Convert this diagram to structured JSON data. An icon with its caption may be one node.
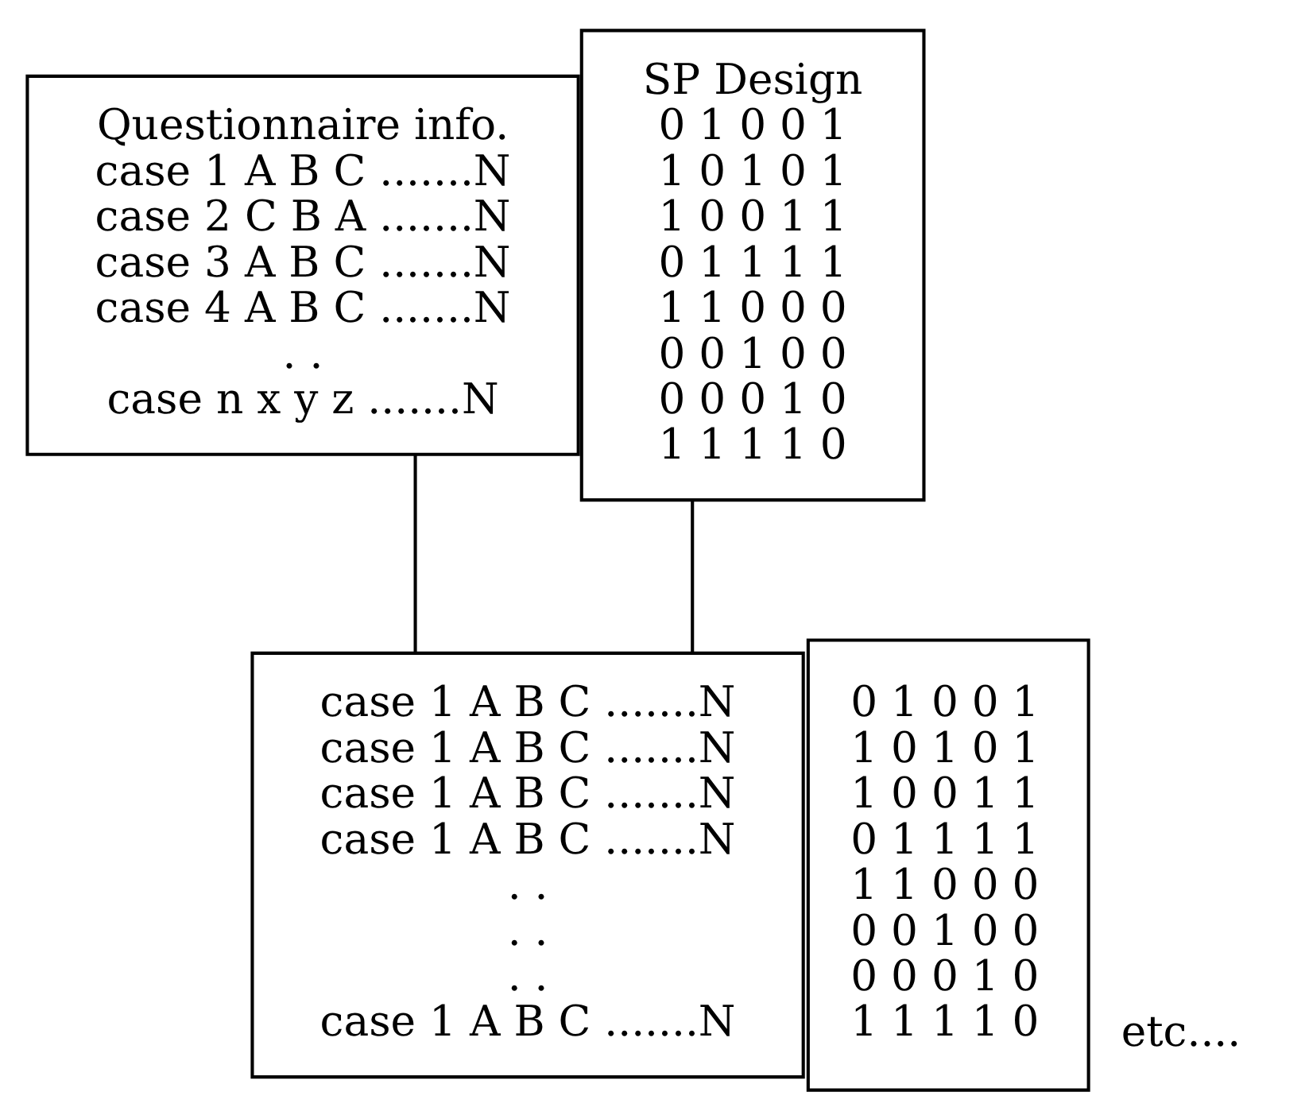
{
  "diagram": {
    "nodes": [
      {
        "text": [
          "Questionnaire info.",
          "case 1 A B C .......N",
          "case 2 C B A .......N",
          "case 3 A B C .......N",
          "case 4 A B C .......N",
          ". .",
          "case n x y z .......N"
        ]
      },
      {
        "text": [
          "SP Design",
          "0 1 0 0 1",
          "1 0 1 0 1",
          "1 0 0 1 1",
          "0 1 1 1 1",
          "1 1 0 0 0",
          "0 0 1 0 0",
          "0 0 0 1 0",
          "1 1 1 1 0"
        ]
      },
      {
        "text": [
          "case 1 A B C .......N",
          "case 1 A B C .......N",
          "case 1 A B C .......N",
          "case 1 A B C .......N",
          ". .",
          ". .",
          ". .",
          "case 1 A B C .......N"
        ]
      },
      {
        "text": [
          "0 1 0 0 1",
          "1 0 1 0 1",
          "1 0 0 1 1",
          "0 1 1 1 1",
          "1 1 0 0 0",
          "0 0 1 0 0",
          "0 0 0 1 0",
          "1 1 1 1 0"
        ],
        "beside": [
          "etc...."
        ]
      }
    ],
    "edges": [
      {
        "from": 0,
        "to": 2,
        "arrow": "none"
      },
      {
        "from": 1,
        "to": 2,
        "arrow": "none"
      }
    ]
  }
}
